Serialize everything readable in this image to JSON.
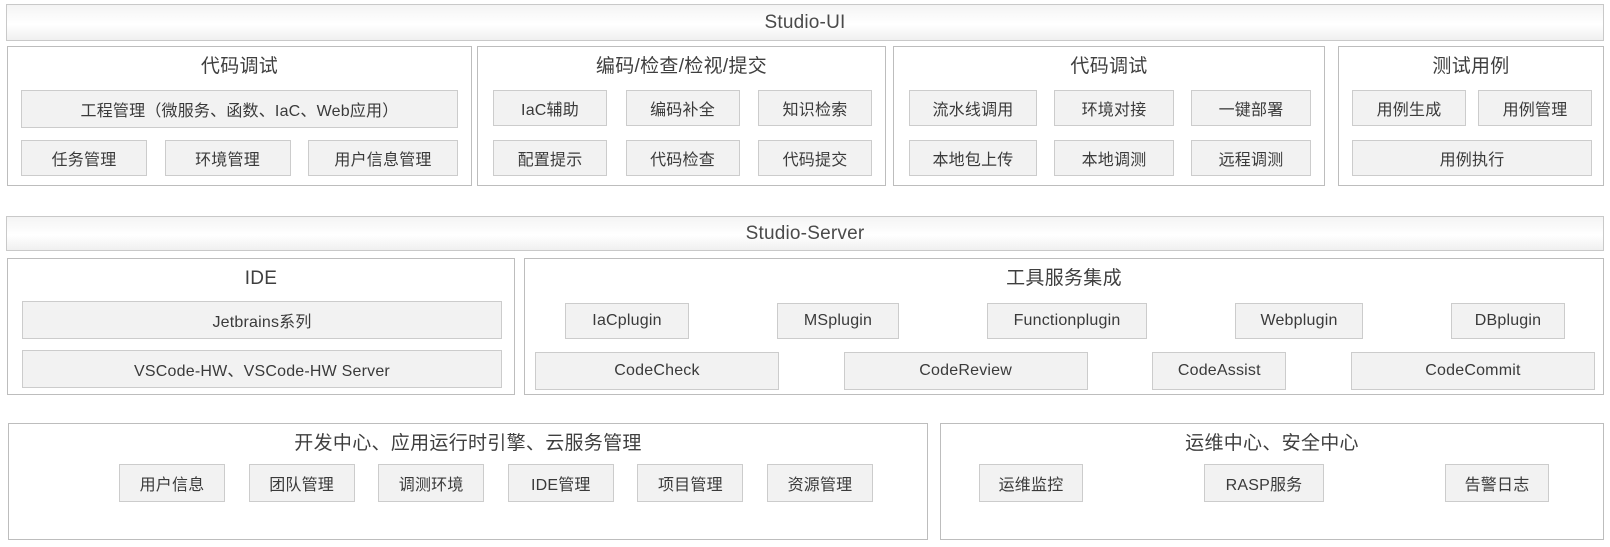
{
  "banners": {
    "ui": "Studio-UI",
    "server": "Studio-Server"
  },
  "ui_panels": [
    {
      "title": "代码调试",
      "row1": [
        "工程管理（微服务、函数、IaC、Web应用）"
      ],
      "row2": [
        "任务管理",
        "环境管理",
        "用户信息管理"
      ]
    },
    {
      "title": "编码/检查/检视/提交",
      "row1": [
        "IaC辅助",
        "编码补全",
        "知识检索"
      ],
      "row2": [
        "配置提示",
        "代码检查",
        "代码提交"
      ]
    },
    {
      "title": "代码调试",
      "row1": [
        "流水线调用",
        "环境对接",
        "一键部署"
      ],
      "row2": [
        "本地包上传",
        "本地调测",
        "远程调测"
      ]
    },
    {
      "title": "测试用例",
      "row1": [
        "用例生成",
        "用例管理"
      ],
      "row2": [
        "用例执行"
      ]
    }
  ],
  "server_panels": {
    "ide": {
      "title": "IDE",
      "row1": [
        "Jetbrains系列"
      ],
      "row2": [
        "VSCode-HW、VSCode-HW Server"
      ]
    },
    "tools": {
      "title": "工具服务集成",
      "row1": [
        "IaCplugin",
        "MSplugin",
        "Functionplugin",
        "Webplugin",
        "DBplugin"
      ],
      "row2": [
        "CodeCheck",
        "CodeReview",
        "CodeAssist",
        "CodeCommit"
      ]
    }
  },
  "platform_panels": [
    {
      "title": "开发中心、应用运行时引擎、云服务管理",
      "items": [
        "用户信息",
        "团队管理",
        "调测环境",
        "IDE管理",
        "项目管理",
        "资源管理"
      ]
    },
    {
      "title": "运维中心、安全中心",
      "items": [
        "运维监控",
        "RASP服务",
        "告警日志"
      ]
    }
  ],
  "colors": {
    "panel_border": "#bdbdbd",
    "chip_border": "#cccccc",
    "chip_fill": "#f2f2f2",
    "banner_border": "#c9c9c9",
    "text": "#3c3c3c"
  }
}
